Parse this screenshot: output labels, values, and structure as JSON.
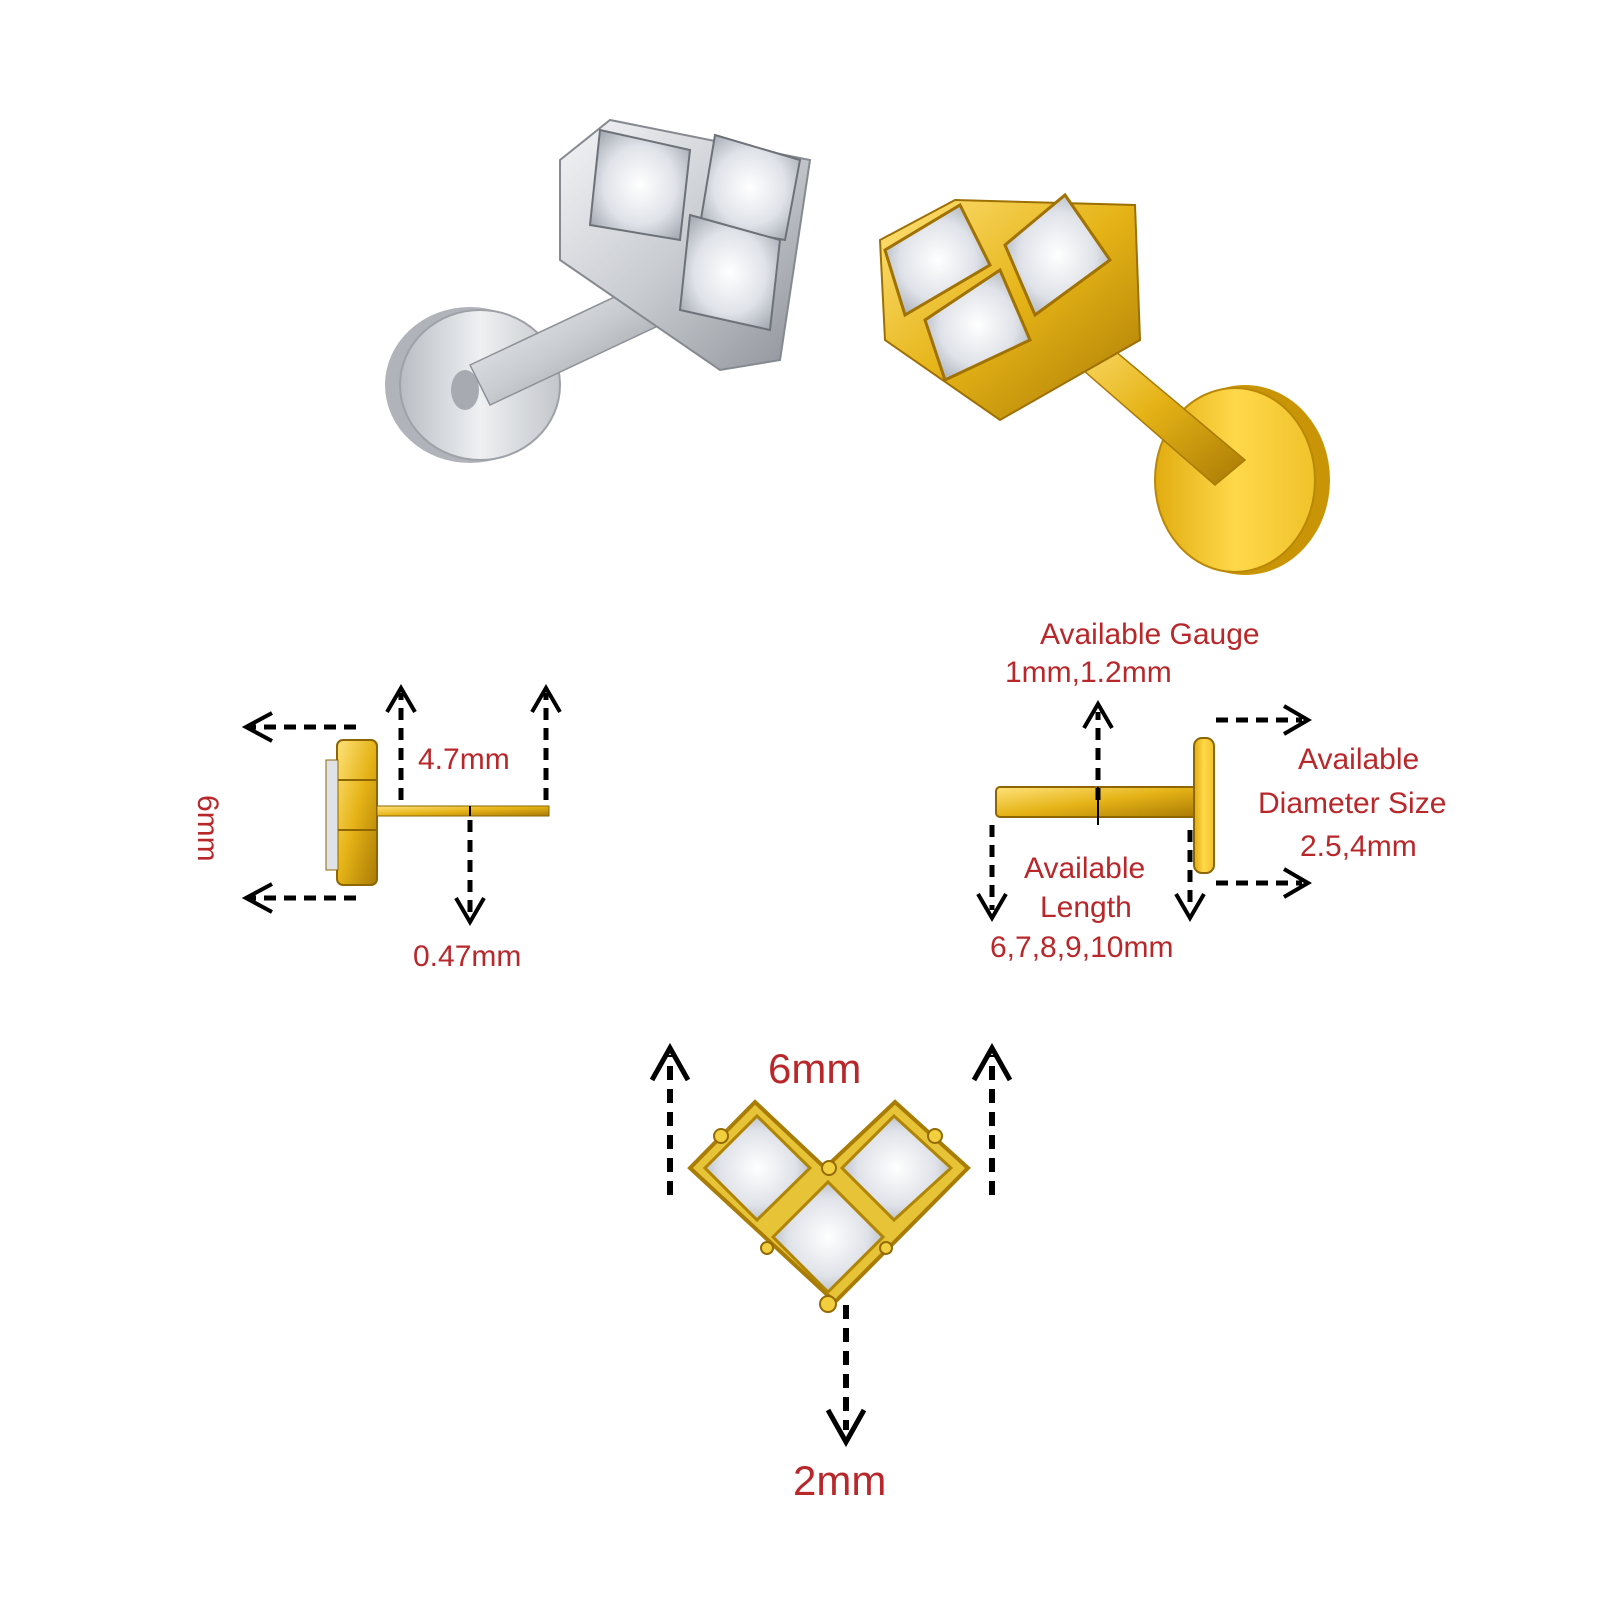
{
  "colors": {
    "label": "#b8282b",
    "arrow": "#000000",
    "silver": "#d4d7dc",
    "gold": "#d9a80f",
    "gem": "#e6e9ee"
  },
  "side_view": {
    "height_label": "6mm",
    "top_length_label": "4.7mm",
    "bottom_label": "0.47mm"
  },
  "post_view": {
    "gauge_title": "Available Gauge",
    "gauge_values": "1mm,1.2mm",
    "diameter_line1": "Available",
    "diameter_line2": "Diameter Size",
    "diameter_values": "2.5,4mm",
    "length_line1": "Available",
    "length_line2": "Length",
    "length_values": "6,7,8,9,10mm"
  },
  "front_view": {
    "width_label": "6mm",
    "depth_label": "2mm"
  }
}
